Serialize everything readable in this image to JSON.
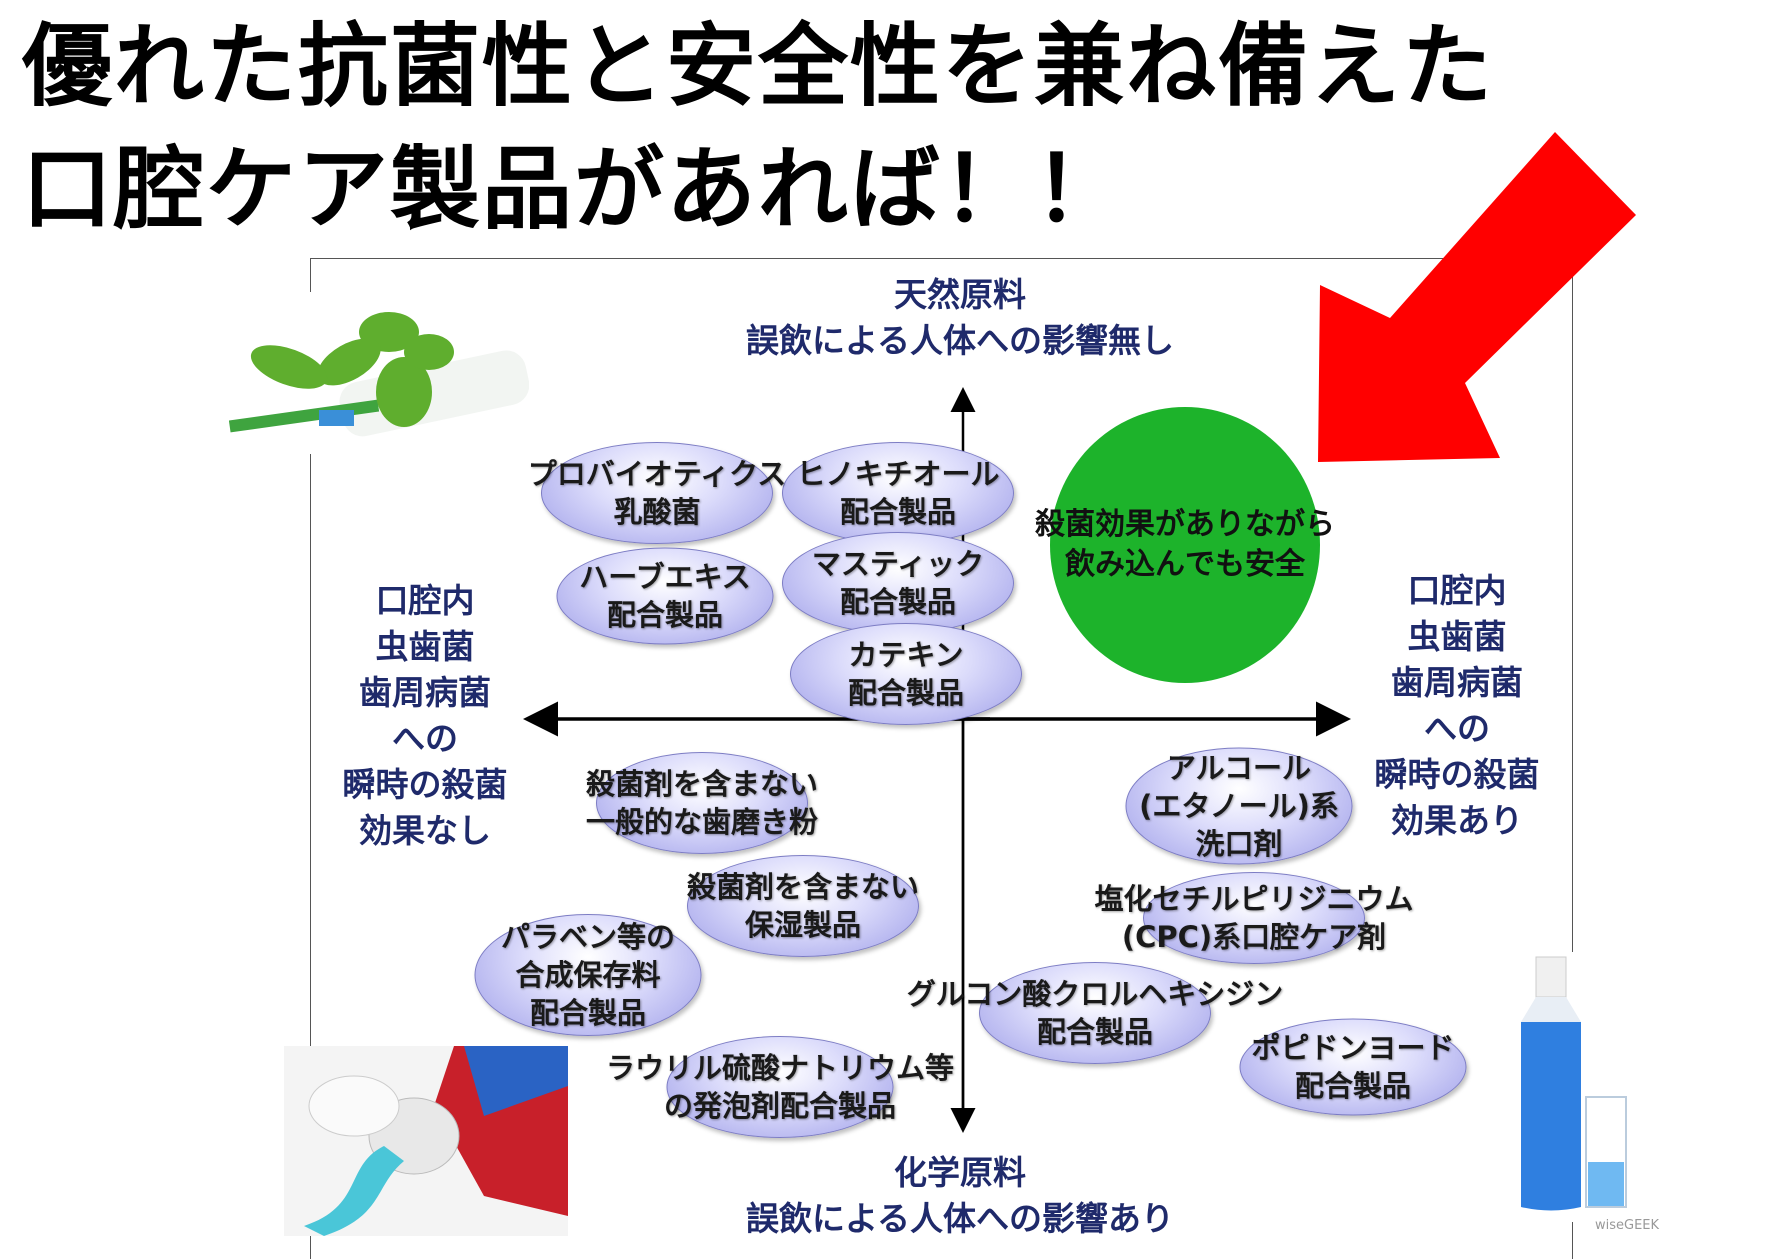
{
  "title": {
    "line1": "優れた抗菌性と安全性を兼ね備えた",
    "line2": "口腔ケア製品があれば！！"
  },
  "axes": {
    "top": [
      "天然原料",
      "誤飲による人体への影響無し"
    ],
    "bottom": [
      "化学原料",
      "誤飲による人体への影響あり"
    ],
    "left": [
      "口腔内",
      "虫歯菌",
      "歯周病菌",
      "への",
      "瞬時の殺菌",
      "効果なし"
    ],
    "right": [
      "口腔内",
      "虫歯菌",
      "歯周病菌",
      "への",
      "瞬時の殺菌",
      "効果あり"
    ]
  },
  "target": {
    "lines": [
      "殺菌効果がありながら",
      "飲み込んでも安全"
    ],
    "color": "#1db32b"
  },
  "products": [
    {
      "lines": [
        "プロバイオティクス",
        "乳酸菌"
      ]
    },
    {
      "lines": [
        "ヒノキチオール",
        "配合製品"
      ]
    },
    {
      "lines": [
        "ハーブエキス",
        "配合製品"
      ]
    },
    {
      "lines": [
        "マスティック",
        "配合製品"
      ]
    },
    {
      "lines": [
        "カテキン",
        "配合製品"
      ]
    },
    {
      "lines": [
        "殺菌剤を含まない",
        "一般的な歯磨き粉"
      ]
    },
    {
      "lines": [
        "殺菌剤を含まない",
        "保湿製品"
      ]
    },
    {
      "lines": [
        "パラベン等の",
        "合成保存料",
        "配合製品"
      ]
    },
    {
      "lines": [
        "ラウリル硫酸ナトリウム等",
        "の発泡剤配合製品"
      ]
    },
    {
      "lines": [
        "アルコール",
        "(エタノール)系",
        "洗口剤"
      ]
    },
    {
      "lines": [
        "塩化セチルピリジニウム",
        "(CPC)系口腔ケア剤"
      ]
    },
    {
      "lines": [
        "グルコン酸クロルヘキシジン",
        "配合製品"
      ]
    },
    {
      "lines": [
        "ポピドンヨード",
        "配合製品"
      ]
    }
  ],
  "watermark": "wiseGEEK",
  "colors": {
    "arrow": "#ff0000",
    "axis_text": "#1f2a6b",
    "bubble": "#9e9ee8"
  }
}
